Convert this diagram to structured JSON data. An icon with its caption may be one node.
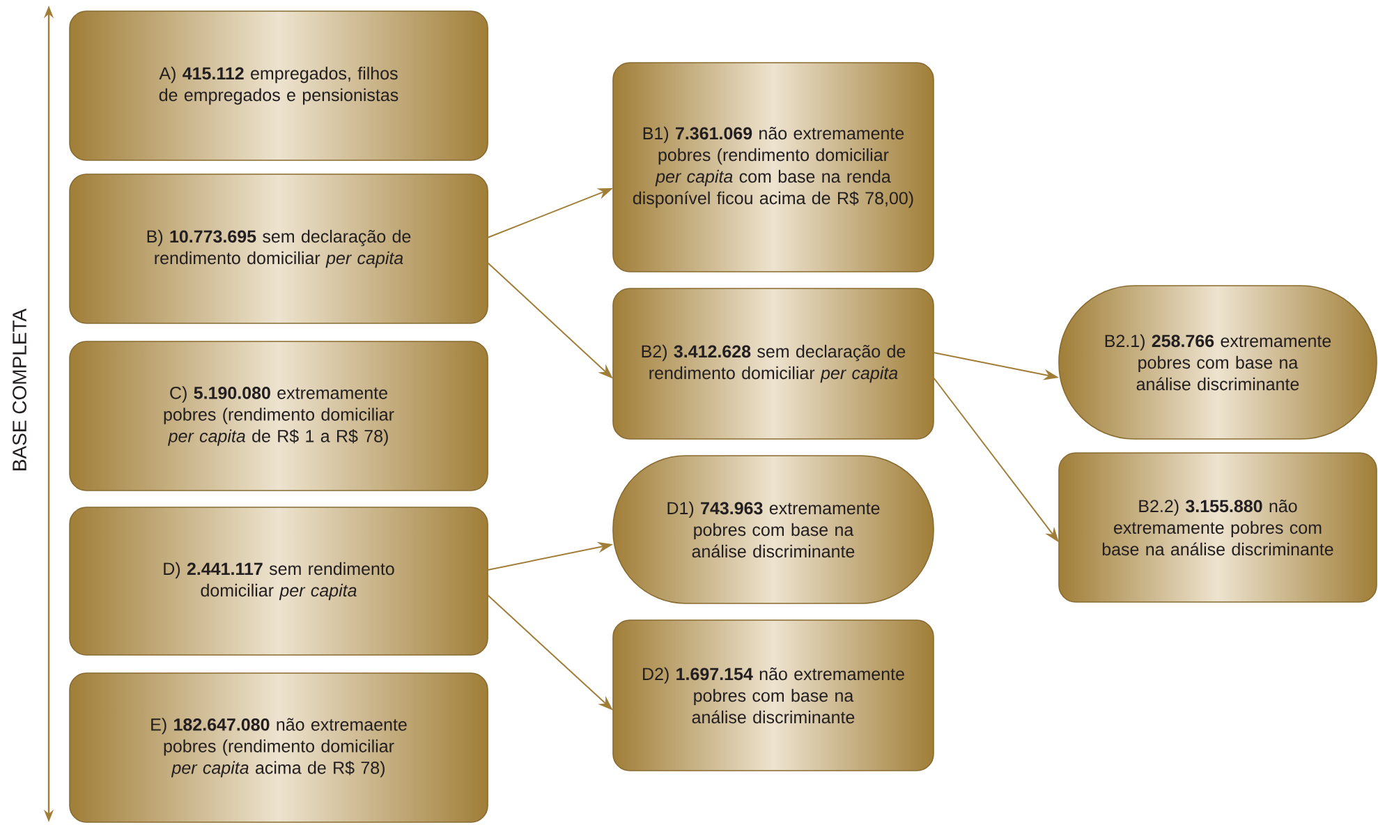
{
  "diagram": {
    "nodes": [
      {
        "text": [
          "A) **415.112** empregados, filhos de empregados e pensionistas"
        ]
      },
      {
        "text": [
          "B) **10.773.695** sem declaração de rendimento domiciliar *per capita*"
        ]
      },
      {
        "text": [
          "C) **5.190.080** extremamente pobres (rendimento domiciliar *per capita* de R$ 1 a R$ 78)"
        ]
      },
      {
        "text": [
          "D) **2.441.117** sem rendimento domiciliar *per capita*"
        ]
      },
      {
        "text": [
          "E) **182.647.080** não extremaente pobres (rendimento domiciliar *per capita* acima de R$ 78)"
        ]
      },
      {
        "text": [
          "B1) **7.361.069** não extremamente pobres (rendimento domiciliar *per capita* com base na renda disponível ficou acima de R$ 78,00)"
        ]
      },
      {
        "text": [
          "B2) **3.412.628** sem declaração de rendimento domiciliar *per capita*"
        ]
      },
      {
        "text": [
          "D1) **743.963** extremamente pobres com base na análise discriminante"
        ]
      },
      {
        "text": [
          "D2) **1.697.154** não extremamente pobres com base na análise discriminante"
        ]
      },
      {
        "text": [
          "B2.1) **258.766** extremamente pobres com base na análise discriminante"
        ]
      },
      {
        "text": [
          "B2.2) **3.155.880** não extremamente pobres com base na análise discriminante"
        ]
      }
    ],
    "edges": [
      {
        "from": 1,
        "to": 5,
        "arrow": "to"
      },
      {
        "from": 1,
        "to": 6,
        "arrow": "to"
      },
      {
        "from": 3,
        "to": 7,
        "arrow": "to"
      },
      {
        "from": 3,
        "to": 8,
        "arrow": "to"
      },
      {
        "from": 6,
        "to": 9,
        "arrow": "to"
      },
      {
        "from": 6,
        "to": 10,
        "arrow": "to"
      }
    ],
    "labels": [
      "BASE COMPLETA"
    ]
  }
}
